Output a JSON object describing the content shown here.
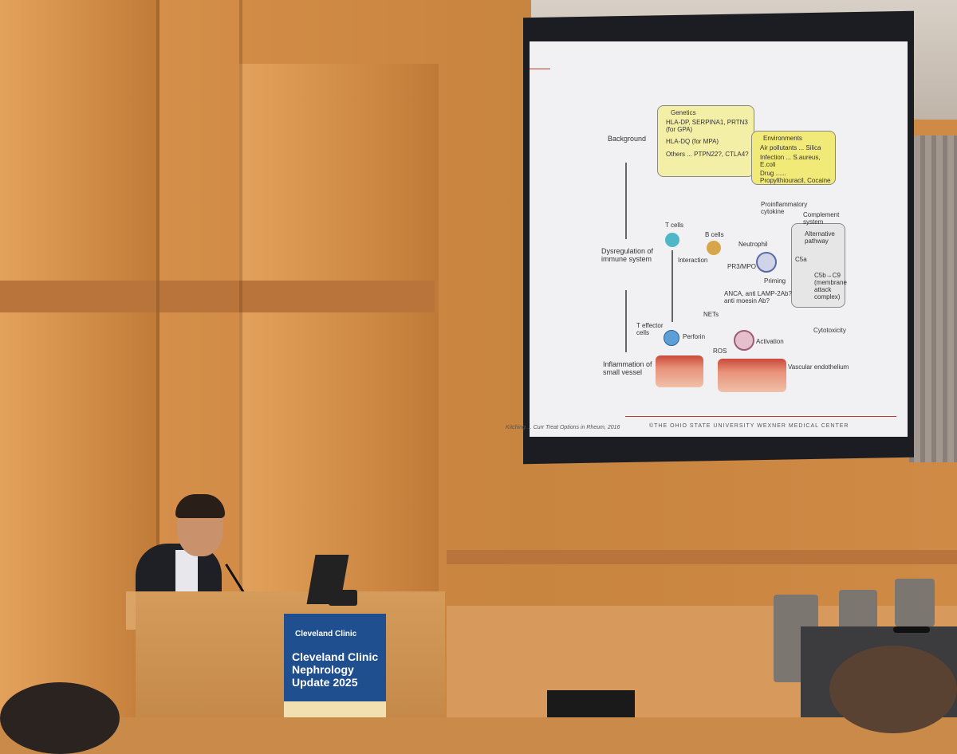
{
  "slide": {
    "labels": {
      "background": "Background",
      "dysregulation": "Dysregulation of immune system",
      "inflammation": "Inflammation of small vessel"
    },
    "genetics": {
      "title": "Genetics",
      "items": [
        "HLA-DP, SERPINA1, PRTN3 (for GPA)",
        "HLA-DQ (for MPA)",
        "Others ... PTPN22?, CTLA4?"
      ]
    },
    "environments": {
      "title": "Environments",
      "items": [
        "Air pollutants ... Silica",
        "Infection ... S.aureus, E.coli",
        "Drug ...... Propylthiouracil, Cocaine"
      ]
    },
    "cytokine": "Proinflammatory cytokine",
    "complement": {
      "title": "Complement system",
      "pathway": "Alternative pathway",
      "c5a": "C5a",
      "c5b": "C5b→C9 (membrane attack complex)"
    },
    "cells": {
      "t_cells": "T cells",
      "b_cells": "B cells",
      "interaction": "Interaction",
      "neutrophil": "Neutrophil",
      "pr3": "PR3/MPO",
      "priming": "Priming",
      "anca": "ANCA, anti LAMP-2Ab? anti moesin Ab?",
      "t_effector": "T effector cells",
      "perforin": "Perforin",
      "nets": "NETs",
      "ros": "ROS",
      "activation": "Activation",
      "cytotoxicity": "Cytotoxicity",
      "vascular": "Vascular endothelium"
    },
    "citation": "Kitching ... Curr Treat Options in Rheum, 2016",
    "watermark": "©THE OHIO STATE UNIVERSITY WEXNER MEDICAL CENTER"
  },
  "banner": {
    "brand": "Cleveland Clinic",
    "headline": "Cleveland Clinic Nephrology Update 2025"
  }
}
